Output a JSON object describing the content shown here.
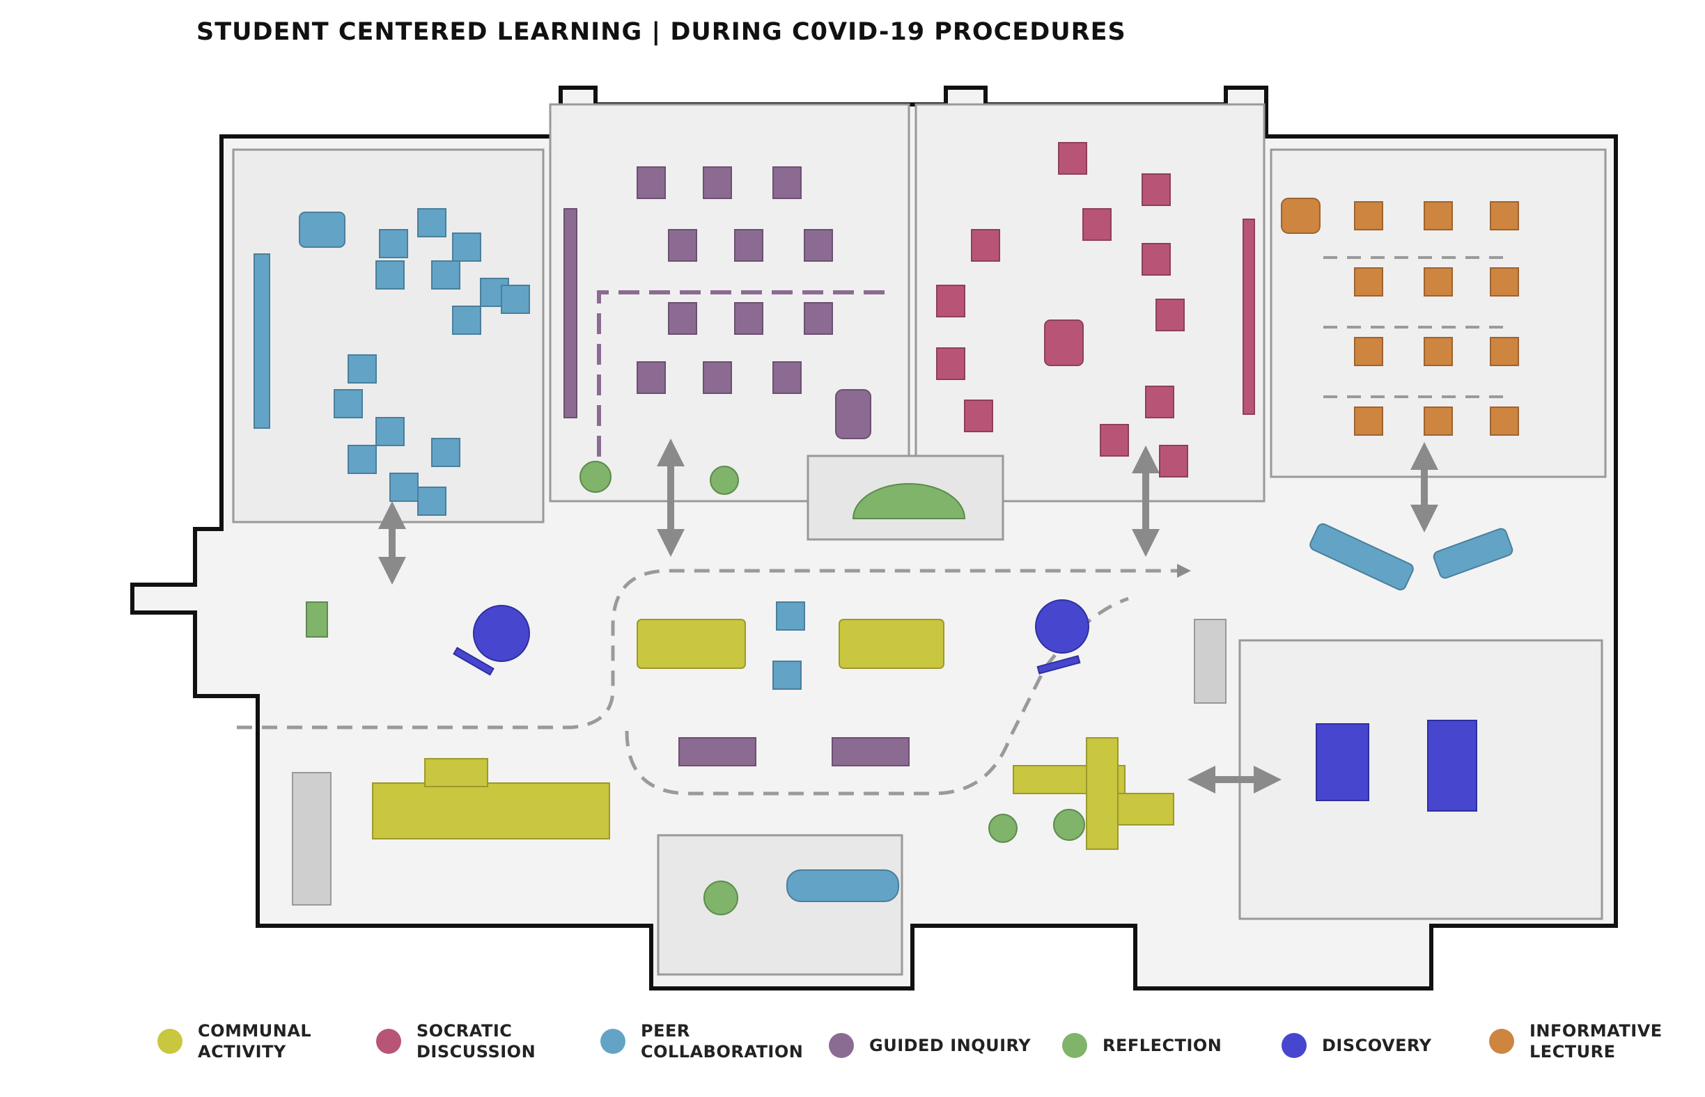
{
  "title": "STUDENT CENTERED LEARNING | DURING C0VID-19 PROCEDURES",
  "legend": [
    {
      "name": "communal-activity",
      "line1": "COMMUNAL",
      "line2": "ACTIVITY",
      "color": "#c9c63f"
    },
    {
      "name": "socratic-discussion",
      "line1": "SOCRATIC",
      "line2": "DISCUSSION",
      "color": "#b85577"
    },
    {
      "name": "peer-collaboration",
      "line1": "PEER",
      "line2": "COLLABORATION",
      "color": "#63a3c6"
    },
    {
      "name": "guided-inquiry",
      "line1": "GUIDED INQUIRY",
      "line2": "",
      "color": "#8c6b93"
    },
    {
      "name": "reflection",
      "line1": "REFLECTION",
      "line2": "",
      "color": "#7fb46a"
    },
    {
      "name": "discovery",
      "line1": "DISCOVERY",
      "line2": "",
      "color": "#4646cf"
    },
    {
      "name": "informative-lecture",
      "line1": "INFORMATIVE",
      "line2": "LECTURE",
      "color": "#cd8540"
    }
  ]
}
